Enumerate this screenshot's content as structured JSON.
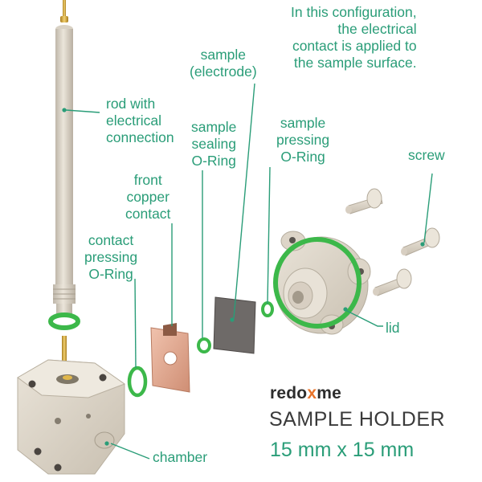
{
  "note_lines": [
    "In this configuration,",
    "the electrical",
    "contact is applied to",
    "the sample surface."
  ],
  "labels": {
    "rod": [
      "rod with",
      "electrical",
      "connection"
    ],
    "sample_electrode": [
      "sample",
      "(electrode)"
    ],
    "sample_sealing": [
      "sample",
      "sealing",
      "O-Ring"
    ],
    "sample_pressing": [
      "sample",
      "pressing",
      "O-Ring"
    ],
    "screw": [
      "screw"
    ],
    "front_copper": [
      "front",
      "copper",
      "contact"
    ],
    "contact_pressing": [
      "contact",
      "pressing",
      "O-Ring"
    ],
    "lid": [
      "lid"
    ],
    "chamber": [
      "chamber"
    ]
  },
  "brand": {
    "left": "redo",
    "x": "x",
    "right": "me"
  },
  "product_title": "SAMPLE HOLDER",
  "sample_size": "15 mm x 15 mm",
  "colors": {
    "label_green": "#2a9d78",
    "oring_green": "#3cb84a",
    "body_beige": "#ddd5c8",
    "copper": "#e2a48a",
    "sample_gray": "#6e6a68",
    "brand_orange": "#e8732a"
  }
}
